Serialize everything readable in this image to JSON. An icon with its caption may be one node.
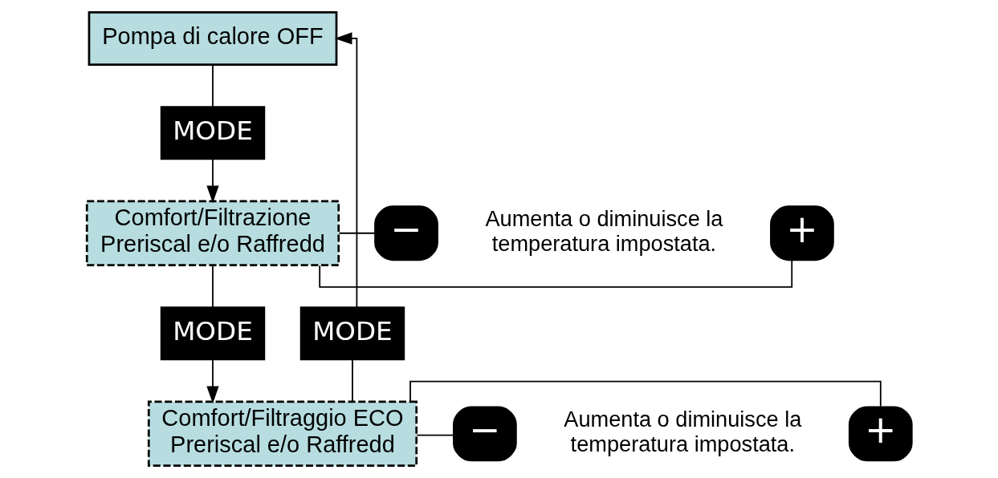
{
  "diagram": {
    "nodes": [
      {
        "text": [
          "Pompa di calore OFF"
        ]
      },
      {
        "text": [
          "MODE"
        ]
      },
      {
        "text": [
          "Comfort/Filtrazione Preriscal e/o Raffredd"
        ]
      },
      {
        "text": [
          "+"
        ]
      },
      {
        "text": [
          "−"
        ]
      },
      {
        "text": [
          "MODE"
        ]
      },
      {
        "text": [
          "Comfort/Filtraggio ECO Preriscal e/o Raffredd"
        ]
      },
      {
        "text": [
          "+"
        ]
      },
      {
        "text": [
          "−"
        ]
      },
      {
        "text": [
          "MODE"
        ]
      }
    ],
    "edges": [
      {
        "from": 0,
        "to": 1,
        "arrow": "none"
      },
      {
        "from": 1,
        "to": 2,
        "arrow": "to"
      },
      {
        "from": 2,
        "to": 3,
        "arrow": "none"
      },
      {
        "from": 2,
        "to": 4,
        "arrow": "none"
      },
      {
        "from": 2,
        "to": 5,
        "arrow": "none"
      },
      {
        "from": 5,
        "to": 6,
        "arrow": "to"
      },
      {
        "from": 6,
        "to": 7,
        "arrow": "none"
      },
      {
        "from": 6,
        "to": 8,
        "arrow": "none"
      },
      {
        "from": 6,
        "to": 9,
        "arrow": "none"
      },
      {
        "from": 9,
        "to": 0,
        "arrow": "to"
      }
    ],
    "labels": [
      "Aumenta o diminuisce la temperatura impostata.",
      "Aumenta o diminuisce la temperatura impostata."
    ]
  }
}
